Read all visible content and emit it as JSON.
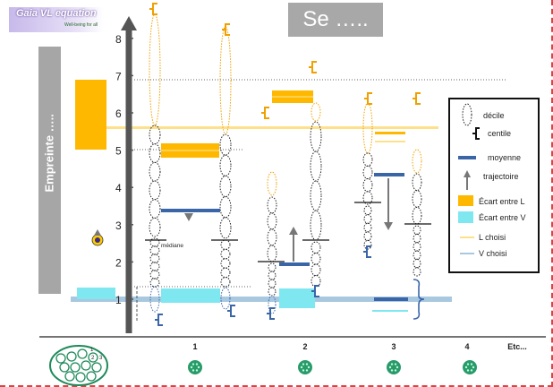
{
  "logo": {
    "title": "Gaia VL equation",
    "tagline": "Well-being for all"
  },
  "title": "Se …..",
  "side_label": "Empreinte …..",
  "y_axis": {
    "ticks": [
      "1",
      "2",
      "3",
      "4",
      "5",
      "6",
      "7",
      "8"
    ]
  },
  "mediane_label": "médiane",
  "legend": {
    "items": [
      {
        "label": "décile"
      },
      {
        "label": "centile"
      },
      {
        "label": "moyenne"
      },
      {
        "label": "trajectoire"
      },
      {
        "label": "Écart entre L"
      },
      {
        "label": "Écart entre V"
      },
      {
        "label": "L choisi"
      },
      {
        "label": "V choisi"
      }
    ]
  },
  "x_axis": {
    "labels": [
      "1",
      "2",
      "3",
      "4",
      "Etc..."
    ]
  },
  "cluster_labels": [
    "1",
    "2",
    "3"
  ],
  "colors": {
    "ecart_L": "#ffb800",
    "ecart_V": "#7fe7f0",
    "L_choisi": "#ffe08a",
    "V_choisi": "#a8c8e0",
    "moyenne": "#3a66a8",
    "centile_orange": "#f0a000",
    "centile_blue": "#3a66a8",
    "trajectoire": "#777777",
    "side_bar": "#a6a6a6",
    "cell": "#2a9a6a"
  }
}
